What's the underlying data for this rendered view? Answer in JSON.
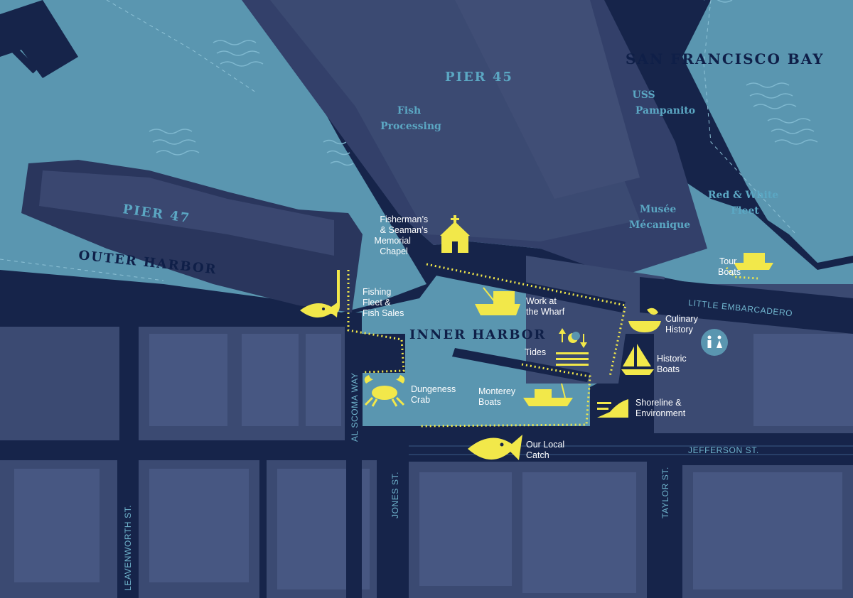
{
  "colors": {
    "water": "#5a96b0",
    "land": "#16244a",
    "pier": "#3a4468",
    "block": "#3b4a72",
    "accent_yellow": "#f2e84a",
    "street_text": "#6fb3cc"
  },
  "water_labels": {
    "bay": "SAN FRANCISCO BAY",
    "outer_harbor": "OUTER HARBOR",
    "inner_harbor": "INNER HARBOR"
  },
  "pier_labels": {
    "pier45": "PIER 45",
    "pier47": "PIER 47"
  },
  "building_labels": {
    "fish_processing": [
      "Fish",
      "Processing"
    ],
    "uss_pampanito": [
      "USS",
      "Pampanito"
    ],
    "musee_mecanique": [
      "Musée",
      "Mécanique"
    ],
    "red_white_fleet": [
      "Red & White",
      "Fleet"
    ]
  },
  "poi": {
    "chapel": {
      "lines": [
        "Fisherman’s",
        "& Seaman’s",
        "Memorial",
        "Chapel"
      ],
      "icon": "chapel-icon"
    },
    "fishing_fleet": {
      "lines": [
        "Fishing",
        "Fleet &",
        "Fish Sales"
      ],
      "icon": "fish-hook-icon"
    },
    "work_at_wharf": {
      "lines": [
        "Work at",
        "the Wharf"
      ],
      "icon": "work-boat-icon"
    },
    "tides": {
      "lines": [
        "Tides"
      ],
      "icon": "tides-icon"
    },
    "dungeness_crab": {
      "lines": [
        "Dungeness",
        "Crab"
      ],
      "icon": "crab-icon"
    },
    "monterey_boats": {
      "lines": [
        "Monterey",
        "Boats"
      ],
      "icon": "monterey-boat-icon"
    },
    "our_local_catch": {
      "lines": [
        "Our Local",
        "Catch"
      ],
      "icon": "fish-icon"
    },
    "culinary_history": {
      "lines": [
        "Culinary",
        "History"
      ],
      "icon": "bowl-icon"
    },
    "historic_boats": {
      "lines": [
        "Historic",
        "Boats"
      ],
      "icon": "sailboat-icon"
    },
    "shoreline": {
      "lines": [
        "Shoreline &",
        "Environment"
      ],
      "icon": "shoreline-icon"
    },
    "tour_boats": {
      "lines": [
        "Tour",
        "Boats"
      ],
      "icon": "ferry-icon"
    },
    "restrooms": {
      "icon": "restroom-icon"
    }
  },
  "streets": {
    "little_embarcadero": "LITTLE EMBARCADERO",
    "jefferson": "JEFFERSON ST.",
    "al_scoma": "AL SCOMA WAY",
    "jones": "JONES ST.",
    "leavenworth": "LEAVENWORTH ST.",
    "taylor": "TAYLOR ST."
  }
}
